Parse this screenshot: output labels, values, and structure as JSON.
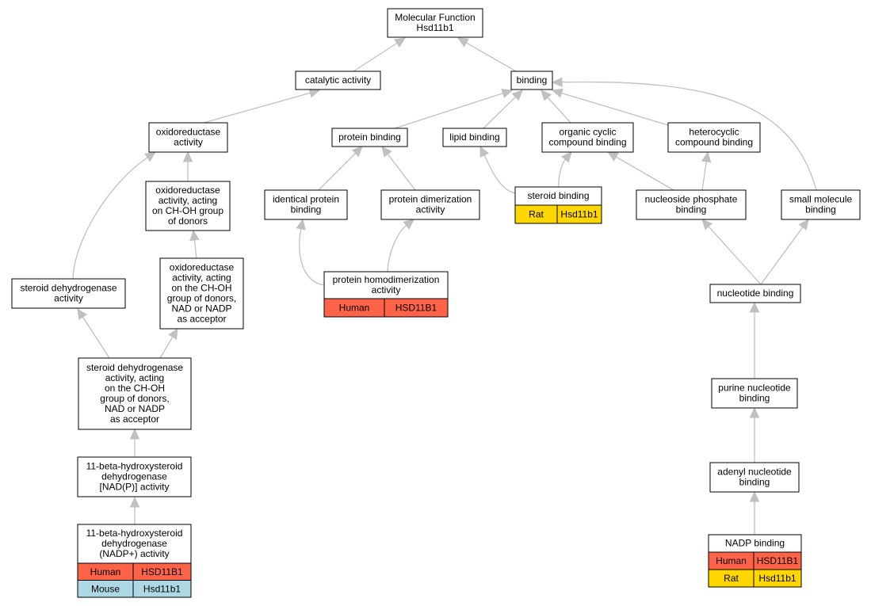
{
  "colors": {
    "human": "#ff6347",
    "mouse": "#add8e6",
    "rat": "#ffd700",
    "edge": "#c0c0c0"
  },
  "nodes": {
    "root": {
      "lines": [
        "Molecular Function",
        "Hsd11b1"
      ]
    },
    "catalytic": {
      "lines": [
        "catalytic activity"
      ]
    },
    "binding": {
      "lines": [
        "binding"
      ]
    },
    "oxidoreductase": {
      "lines": [
        "oxidoreductase",
        "activity"
      ]
    },
    "oxido_choh": {
      "lines": [
        "oxidoreductase",
        "activity, acting",
        "on CH-OH group",
        "of donors"
      ]
    },
    "oxido_nad": {
      "lines": [
        "oxidoreductase",
        "activity, acting",
        "on the CH-OH",
        "group of donors,",
        "NAD or NADP",
        "as acceptor"
      ]
    },
    "steroid_dehyd": {
      "lines": [
        "steroid dehydrogenase",
        "activity"
      ]
    },
    "steroid_dehyd_nad": {
      "lines": [
        "steroid dehydrogenase",
        "activity, acting",
        "on the CH-OH",
        "group of donors,",
        "NAD or NADP",
        "as acceptor"
      ]
    },
    "hsd_nadp_generic": {
      "lines": [
        "11-beta-hydroxysteroid",
        "dehydrogenase",
        "[NAD(P)] activity"
      ]
    },
    "hsd_nadp_plus": {
      "lines": [
        "11-beta-hydroxysteroid",
        "dehydrogenase",
        "(NADP+) activity"
      ],
      "rows": [
        {
          "species": "Human",
          "gene": "HSD11B1"
        },
        {
          "species": "Mouse",
          "gene": "Hsd11b1"
        }
      ]
    },
    "protein_binding": {
      "lines": [
        "protein binding"
      ]
    },
    "lipid_binding": {
      "lines": [
        "lipid binding"
      ]
    },
    "organic_cyclic": {
      "lines": [
        "organic cyclic",
        "compound binding"
      ]
    },
    "heterocyclic": {
      "lines": [
        "heterocyclic",
        "compound binding"
      ]
    },
    "identical_protein": {
      "lines": [
        "identical protein",
        "binding"
      ]
    },
    "protein_dimer": {
      "lines": [
        "protein dimerization",
        "activity"
      ]
    },
    "steroid_binding": {
      "lines": [
        "steroid binding"
      ],
      "rows": [
        {
          "species": "Rat",
          "gene": "Hsd11b1"
        }
      ]
    },
    "nucleoside_phosphate": {
      "lines": [
        "nucleoside phosphate",
        "binding"
      ]
    },
    "small_molecule": {
      "lines": [
        "small molecule",
        "binding"
      ]
    },
    "protein_homodimer": {
      "lines": [
        "protein homodimerization",
        "activity"
      ],
      "rows": [
        {
          "species": "Human",
          "gene": "HSD11B1"
        }
      ]
    },
    "nucleotide_binding": {
      "lines": [
        "nucleotide binding"
      ]
    },
    "purine_nucleotide": {
      "lines": [
        "purine nucleotide",
        "binding"
      ]
    },
    "adenyl_nucleotide": {
      "lines": [
        "adenyl nucleotide",
        "binding"
      ]
    },
    "nadp_binding": {
      "lines": [
        "NADP binding"
      ],
      "rows": [
        {
          "species": "Human",
          "gene": "HSD11B1"
        },
        {
          "species": "Rat",
          "gene": "Hsd11b1"
        }
      ]
    }
  },
  "edges": [
    {
      "from": "catalytic",
      "to": "root"
    },
    {
      "from": "binding",
      "to": "root"
    },
    {
      "from": "oxidoreductase",
      "to": "catalytic"
    },
    {
      "from": "oxido_choh",
      "to": "oxidoreductase"
    },
    {
      "from": "oxido_nad",
      "to": "oxido_choh"
    },
    {
      "from": "steroid_dehyd",
      "to": "oxidoreductase"
    },
    {
      "from": "steroid_dehyd_nad",
      "to": "steroid_dehyd"
    },
    {
      "from": "steroid_dehyd_nad",
      "to": "oxido_nad"
    },
    {
      "from": "hsd_nadp_generic",
      "to": "steroid_dehyd_nad"
    },
    {
      "from": "hsd_nadp_plus",
      "to": "hsd_nadp_generic"
    },
    {
      "from": "protein_binding",
      "to": "binding"
    },
    {
      "from": "lipid_binding",
      "to": "binding"
    },
    {
      "from": "organic_cyclic",
      "to": "binding"
    },
    {
      "from": "heterocyclic",
      "to": "binding"
    },
    {
      "from": "small_molecule",
      "to": "binding"
    },
    {
      "from": "identical_protein",
      "to": "protein_binding"
    },
    {
      "from": "protein_dimer",
      "to": "protein_binding"
    },
    {
      "from": "protein_homodimer",
      "to": "identical_protein"
    },
    {
      "from": "protein_homodimer",
      "to": "protein_dimer"
    },
    {
      "from": "steroid_binding",
      "to": "lipid_binding"
    },
    {
      "from": "steroid_binding",
      "to": "organic_cyclic"
    },
    {
      "from": "nucleoside_phosphate",
      "to": "organic_cyclic"
    },
    {
      "from": "nucleoside_phosphate",
      "to": "heterocyclic"
    },
    {
      "from": "nucleotide_binding",
      "to": "nucleoside_phosphate"
    },
    {
      "from": "nucleotide_binding",
      "to": "small_molecule"
    },
    {
      "from": "purine_nucleotide",
      "to": "nucleotide_binding"
    },
    {
      "from": "adenyl_nucleotide",
      "to": "purine_nucleotide"
    },
    {
      "from": "nadp_binding",
      "to": "adenyl_nucleotide"
    }
  ]
}
